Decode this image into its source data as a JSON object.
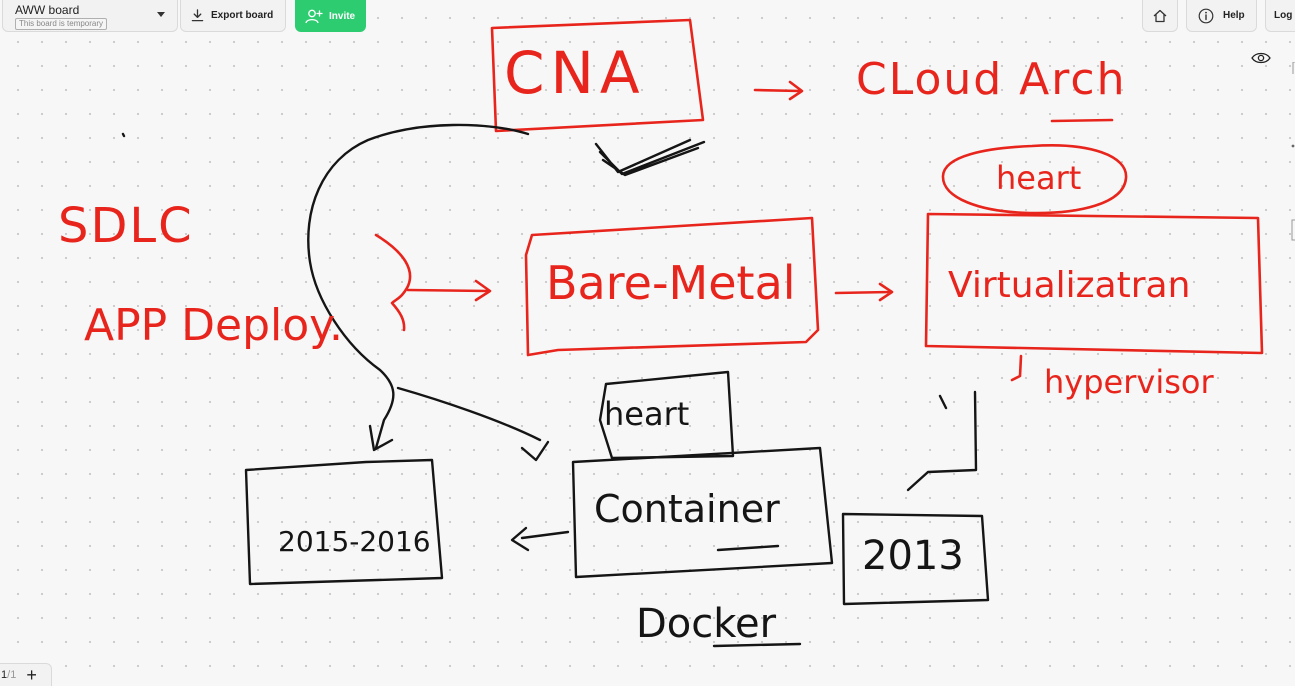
{
  "toolbar": {
    "board_title": "AWW board",
    "temp_badge": "This board is temporary",
    "export_label": "Export board",
    "invite_label": "Invite",
    "help_label": "Help",
    "login_label": "Log I"
  },
  "pager": {
    "current": "1",
    "total": "1",
    "sep": "/",
    "add": "+"
  },
  "drawing": {
    "cna": "CNA",
    "cloud_arch": "CLoud Arch",
    "heart_top": "heart",
    "sdlc": "SDLC",
    "app_deploy": "APP Deploy.",
    "bare_metal": "Bare-Metal",
    "virtualization": "Virtualizatran",
    "hypervisor": "hypervisor",
    "heart_container": "heart",
    "container": "Container",
    "year_left": "2015-2016",
    "year_right": "2013",
    "docker": "Docker"
  },
  "colors": {
    "ink_red": "#e8251c",
    "ink_black": "#151515",
    "invite_green": "#2ecc71"
  }
}
